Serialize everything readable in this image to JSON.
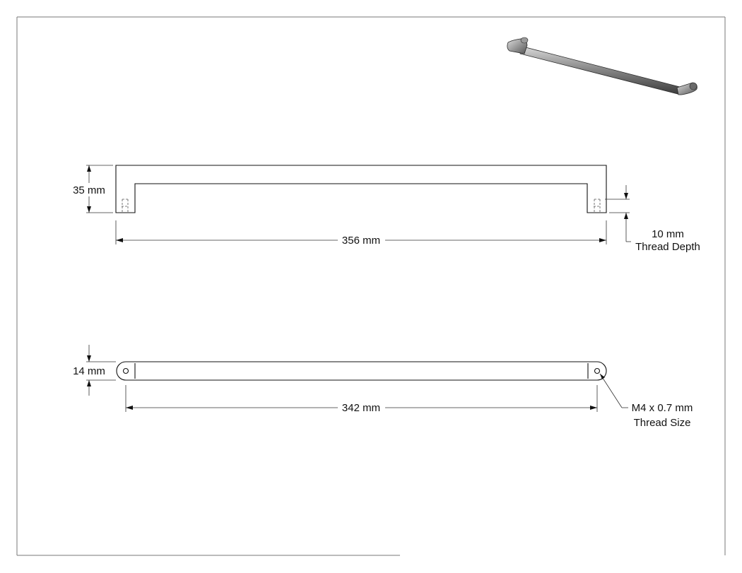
{
  "dimensions": {
    "height_top": "35 mm",
    "length_top": "356 mm",
    "thread_depth_value": "10 mm",
    "thread_depth_label": "Thread Depth",
    "diameter": "14 mm",
    "hole_spacing": "342 mm",
    "thread_size_value": "M4 x 0.7 mm",
    "thread_size_label": "Thread Size"
  },
  "colors": {
    "line": "#111111",
    "handle_shade_dark": "#3a3a3a",
    "handle_shade_light": "#b5b5b5",
    "frame": "#777777"
  }
}
